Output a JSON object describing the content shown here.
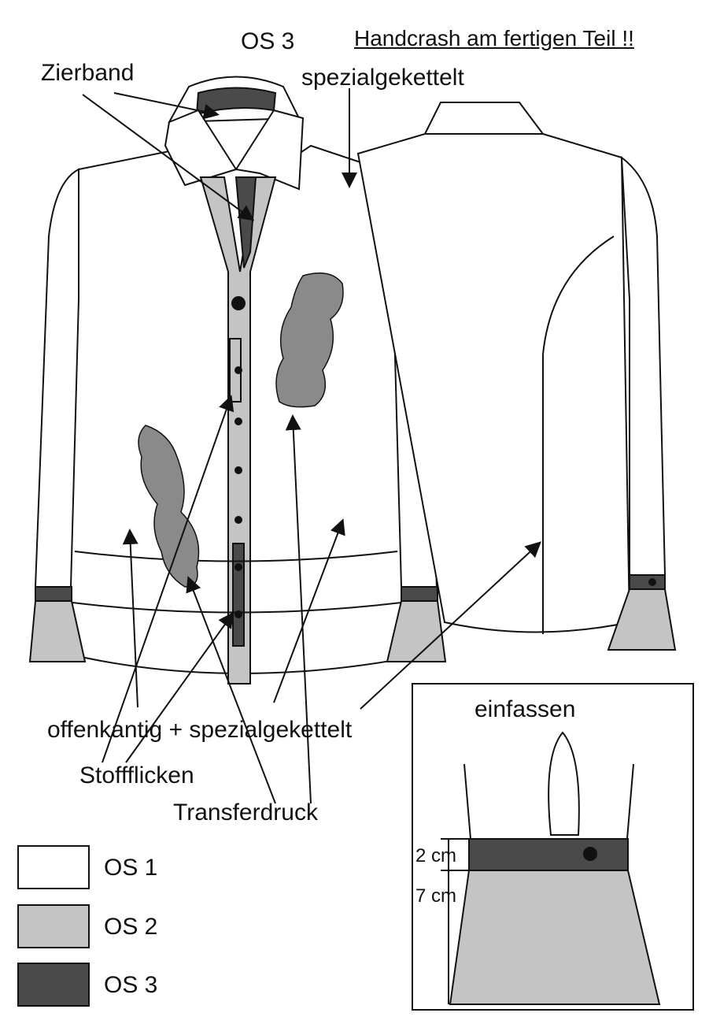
{
  "title": "Handcrash am fertigen Teil !!",
  "labels": {
    "os3_top": "OS 3",
    "zierband": "Zierband",
    "spezialgekettelt": "spezialgekettelt",
    "offenkantig": "offenkantig + spezialgekettelt",
    "stoffflicken": "Stoffflicken",
    "transferdruck": "Transferdruck"
  },
  "detail": {
    "title": "einfassen",
    "dim_band": "2 cm",
    "dim_cuff": "7 cm"
  },
  "legend": [
    {
      "label": "OS 1",
      "color": "#ffffff"
    },
    {
      "label": "OS 2",
      "color": "#c4c4c4"
    },
    {
      "label": "OS 3",
      "color": "#4a4a4a"
    }
  ],
  "colors": {
    "os1": "#ffffff",
    "os2": "#c4c4c4",
    "os3": "#4a4a4a",
    "line": "#111111"
  }
}
